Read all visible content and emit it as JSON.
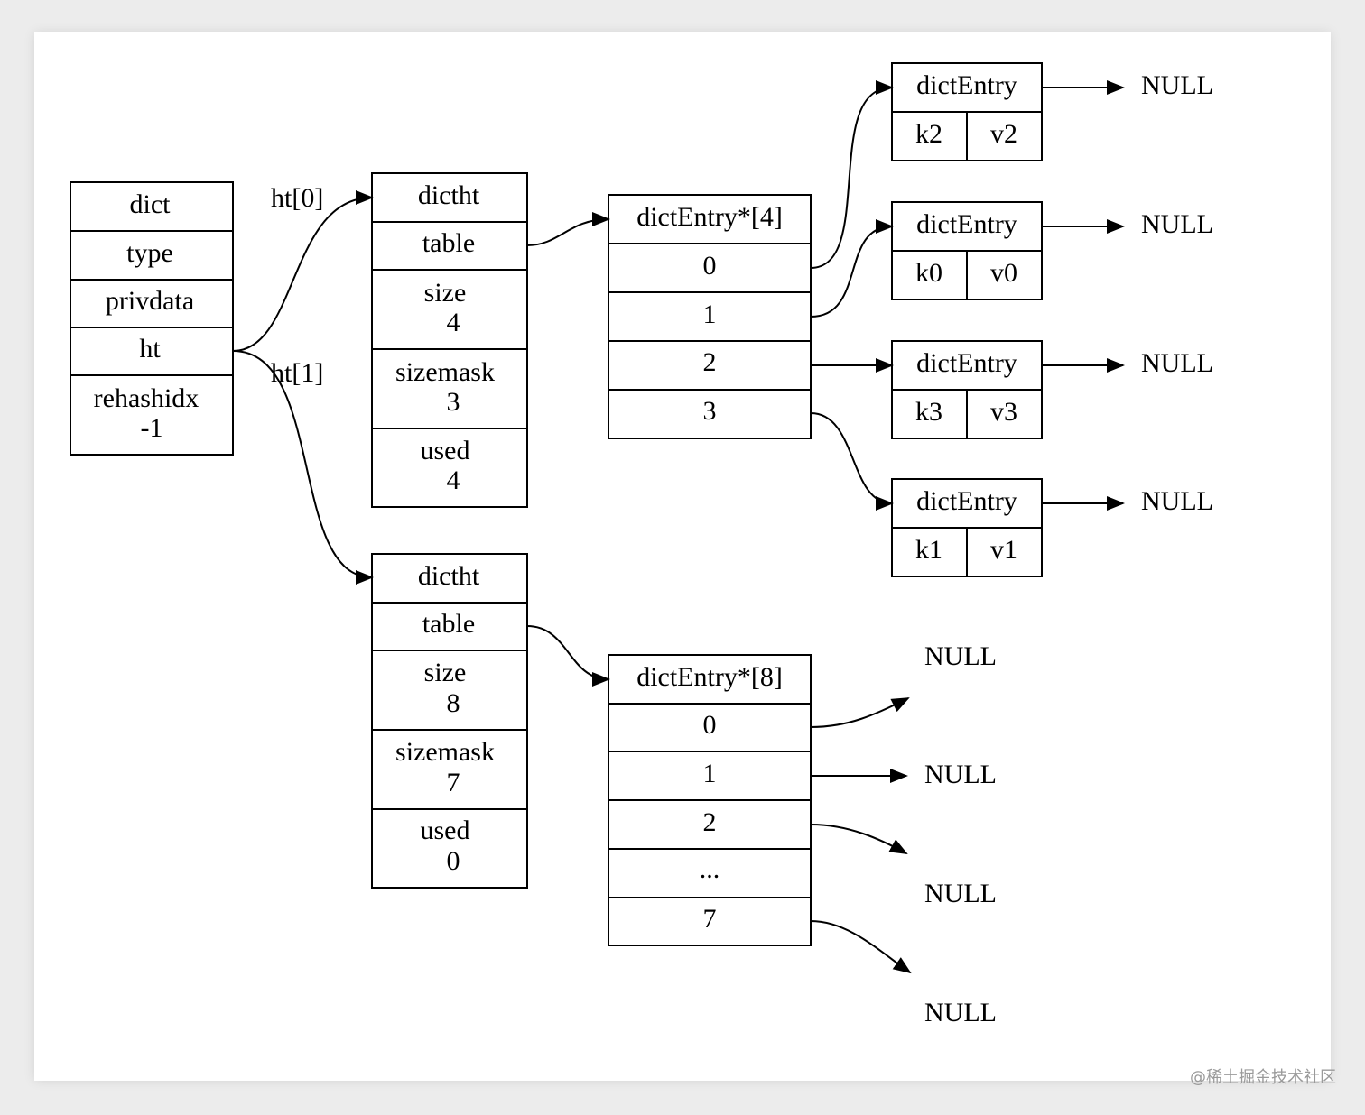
{
  "dict": {
    "rows": [
      "dict",
      "type",
      "privdata",
      "ht"
    ],
    "rehashidx_label": "rehashidx",
    "rehashidx_value": "-1"
  },
  "edges": {
    "ht0_label": "ht[0]",
    "ht1_label": "ht[1]"
  },
  "dictht0": {
    "header": "dictht",
    "table": "table",
    "fields": [
      {
        "name": "size",
        "value": "4"
      },
      {
        "name": "sizemask",
        "value": "3"
      },
      {
        "name": "used",
        "value": "4"
      }
    ]
  },
  "dictht1": {
    "header": "dictht",
    "table": "table",
    "fields": [
      {
        "name": "size",
        "value": "8"
      },
      {
        "name": "sizemask",
        "value": "7"
      },
      {
        "name": "used",
        "value": "0"
      }
    ]
  },
  "array4": {
    "header": "dictEntry*[4]",
    "indices": [
      "0",
      "1",
      "2",
      "3"
    ]
  },
  "array8": {
    "header": "dictEntry*[8]",
    "indices": [
      "0",
      "1",
      "2",
      "...",
      "7"
    ]
  },
  "entries": [
    {
      "header": "dictEntry",
      "key": "k2",
      "value": "v2",
      "next": "NULL"
    },
    {
      "header": "dictEntry",
      "key": "k0",
      "value": "v0",
      "next": "NULL"
    },
    {
      "header": "dictEntry",
      "key": "k3",
      "value": "v3",
      "next": "NULL"
    },
    {
      "header": "dictEntry",
      "key": "k1",
      "value": "v1",
      "next": "NULL"
    }
  ],
  "null_targets": [
    "NULL",
    "NULL",
    "NULL",
    "NULL"
  ],
  "watermark": "@稀土掘金技术社区"
}
